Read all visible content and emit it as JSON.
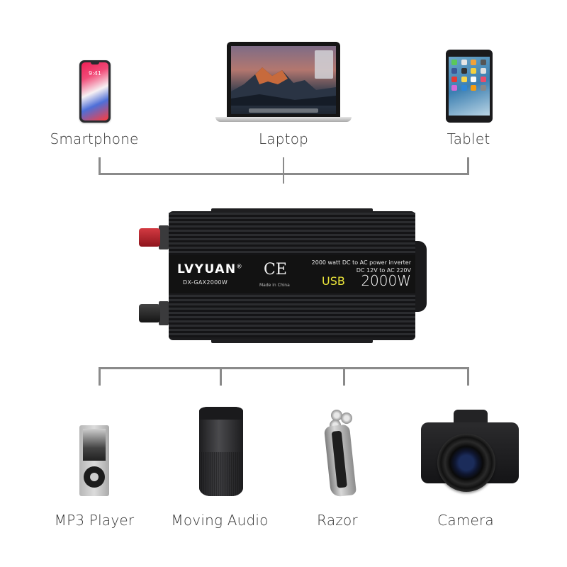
{
  "top_devices": [
    {
      "label": "Smartphone",
      "icon": "smartphone-icon",
      "screen_time": "9:41"
    },
    {
      "label": "Laptop",
      "icon": "laptop-icon"
    },
    {
      "label": "Tablet",
      "icon": "tablet-icon"
    }
  ],
  "inverter": {
    "brand": "LVYUAN",
    "registered_mark": "®",
    "model": "DX-GAX2000W",
    "certification": "CE",
    "origin": "Made in China",
    "spec_line1": "2000 watt DC to AC power inverter",
    "spec_line2": "DC 12V to AC 220V",
    "usb_label": "USB",
    "wattage": "2000W",
    "colors": {
      "usb": "#e9e33a",
      "positive_terminal": "#c0262f",
      "body": "#1b1b1d"
    }
  },
  "bottom_devices": [
    {
      "label": "MP3 Player",
      "icon": "mp3-player-icon"
    },
    {
      "label": "Moving Audio",
      "icon": "speaker-icon"
    },
    {
      "label": "Razor",
      "icon": "razor-icon"
    },
    {
      "label": "Camera",
      "icon": "camera-icon"
    }
  ],
  "connector_color": "#8a8a8a"
}
